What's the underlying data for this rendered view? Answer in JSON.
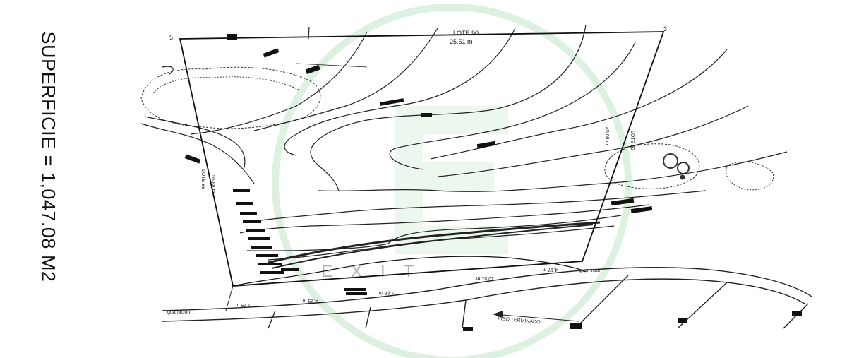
{
  "plan": {
    "surface_label": "SUPERFICIE = 1,047.08 M2",
    "lot_top": "LOTE 90",
    "dim_top": "25.51 m",
    "lot_right": "LOTE 92",
    "dim_right": "45.08 m",
    "lot_left": "LOTE 88",
    "dim_left": "55.88 m",
    "vertex_top_left": "5",
    "vertex_top_right": "3",
    "dim_bottom_1": "1.29 m",
    "dim_bottom_2": "4.29 m",
    "dim_bottom_3": "4.88 m",
    "dim_bottom_4": "10.01 m",
    "dim_bottom_5": "4.17 m",
    "guarnicion_left": "guarnicion",
    "guarnicion_right": "guarnicion",
    "piso_terminado": "PISO TERMINADO",
    "watermark": "EXIT",
    "colors": {
      "line": "#1a1a1a",
      "watermark": "#9fd6a6",
      "background": "#ffffff"
    }
  }
}
